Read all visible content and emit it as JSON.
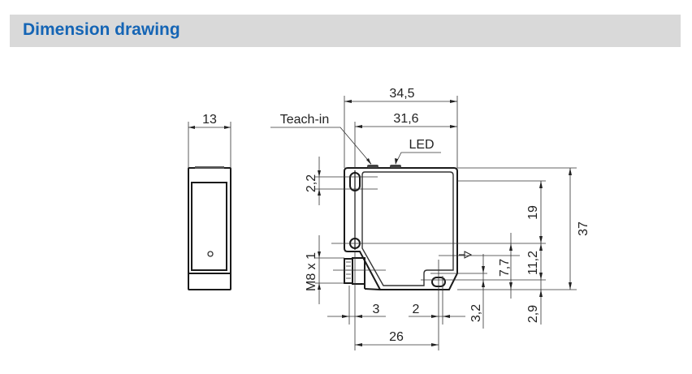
{
  "section": {
    "title": "Dimension drawing"
  },
  "drawing": {
    "labels": {
      "teach_in": "Teach-in",
      "led": "LED"
    },
    "dimensions": {
      "side_width": "13",
      "total_width": "34,5",
      "body_width": "31,6",
      "hole_offset_top": "2,2",
      "connector_thread": "M8 x 1",
      "height_19": "19",
      "height_37": "37",
      "height_11_2": "11,2",
      "height_7_7": "7,7",
      "height_2_9": "2,9",
      "offset_3_2": "3,2",
      "offset_3": "3",
      "offset_2": "2",
      "hole_spacing_26": "26"
    }
  }
}
